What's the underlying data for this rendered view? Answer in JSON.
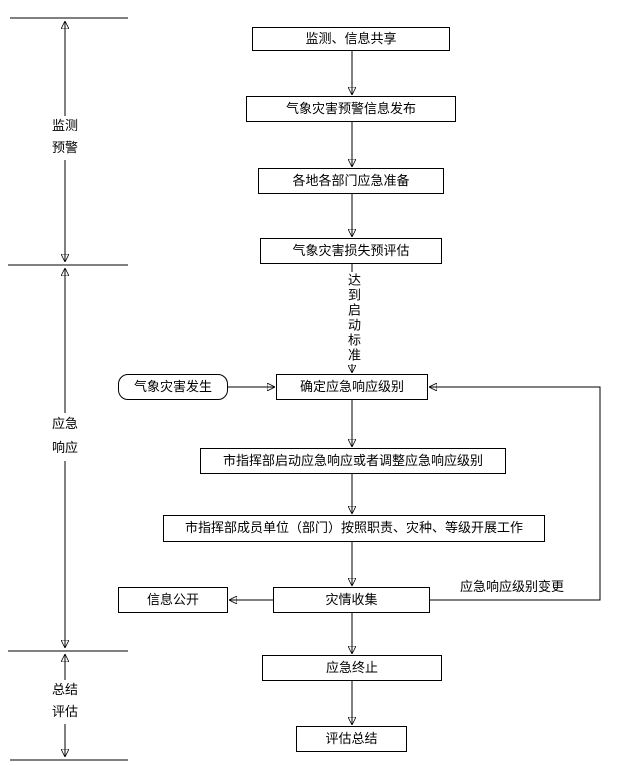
{
  "colors": {
    "line": "#000000",
    "text": "#000000",
    "background": "#ffffff"
  },
  "phases": [
    {
      "label": "监测\n预警"
    },
    {
      "label": "应急\n响应"
    },
    {
      "label": "总结\n评估"
    }
  ],
  "flow_nodes": [
    {
      "label": "监测、信息共享"
    },
    {
      "label": "气象灾害预警信息发布"
    },
    {
      "label": "各地各部门应急准备"
    },
    {
      "label": "气象灾害损失预评估"
    },
    {
      "label": "确定应急响应级别"
    },
    {
      "label": "市指挥部启动应急响应或者调整应急响应级别"
    },
    {
      "label": "市指挥部成员单位（部门）按照职责、灾种、等级开展工作"
    },
    {
      "label": "灾情收集"
    },
    {
      "label": "应急终止"
    },
    {
      "label": "评估总结"
    }
  ],
  "side_nodes": [
    {
      "label": "气象灾害发生"
    },
    {
      "label": "信息公开"
    }
  ],
  "edge_labels": {
    "activation_standard": "达到启动标准",
    "level_change": "应急响应级别变更"
  }
}
